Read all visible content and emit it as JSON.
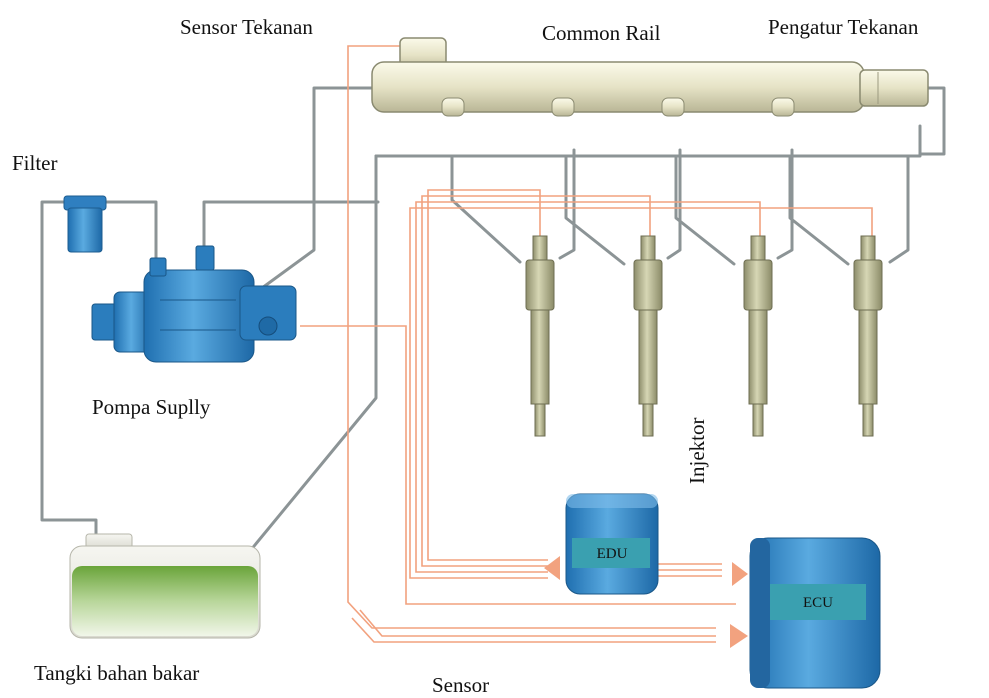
{
  "labels": {
    "sensor_tekanan": "Sensor Tekanan",
    "common_rail": "Common Rail",
    "pengatur_tekanan": "Pengatur Tekanan",
    "filter": "Filter",
    "pompa_supply": "Pompa Suplly",
    "injektor": "Injektor",
    "edu": "EDU",
    "ecu": "ECU",
    "tangki": "Tangki bahan bakar",
    "sensor": "Sensor"
  },
  "colors": {
    "fuel_line": "#8c9496",
    "signal_line": "#f2a27f",
    "rail": "#e6e3c6",
    "injector": "#b9b992",
    "pump": "#3b8fcc",
    "filter": "#4a9ad6",
    "control_unit": "#3f8fd0",
    "unit_label_box": "#3aa0b0",
    "fuel": "#7bb04a"
  },
  "icons": {
    "edu": "control-unit-cylinder",
    "ecu": "control-unit-cylinder",
    "pump": "supply-pump",
    "filter": "fuel-filter",
    "tank": "fuel-tank",
    "injector": "injector"
  },
  "injector_count": 4
}
